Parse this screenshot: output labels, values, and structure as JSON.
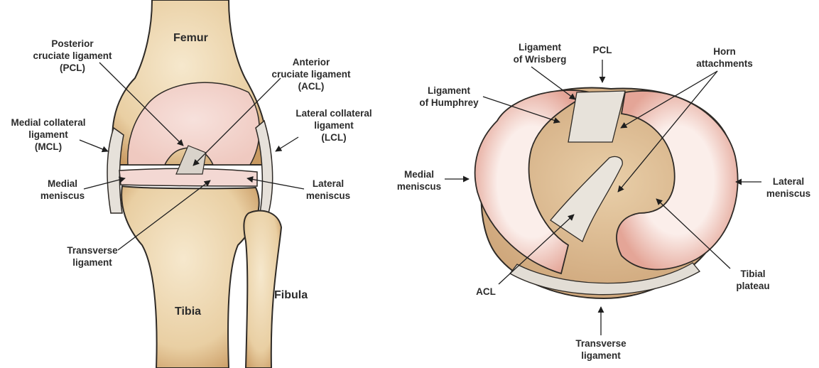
{
  "left_diagram": {
    "bones": {
      "femur": "Femur",
      "tibia": "Tibia",
      "fibula": "Fibula"
    },
    "labels": {
      "pcl": [
        "Posterior",
        "cruciate ligament",
        "(PCL)"
      ],
      "acl": [
        "Anterior",
        "cruciate ligament",
        "(ACL)"
      ],
      "mcl": [
        "Medial collateral",
        "ligament",
        "(MCL)"
      ],
      "lcl": [
        "Lateral collateral",
        "ligament",
        "(LCL)"
      ],
      "medial_meniscus": [
        "Medial",
        "meniscus"
      ],
      "lateral_meniscus": [
        "Lateral",
        "meniscus"
      ],
      "transverse": [
        "Transverse",
        "ligament"
      ]
    }
  },
  "right_diagram": {
    "labels": {
      "wrisberg": [
        "Ligament",
        "of Wrisberg"
      ],
      "pcl": [
        "PCL"
      ],
      "horn": [
        "Horn",
        "attachments"
      ],
      "humphrey": [
        "Ligament",
        "of Humphrey"
      ],
      "medial_meniscus": [
        "Medial",
        "meniscus"
      ],
      "lateral_meniscus": [
        "Lateral",
        "meniscus"
      ],
      "acl": [
        "ACL"
      ],
      "tibial_plateau": [
        "Tibial",
        "plateau"
      ],
      "transverse": [
        "Transverse",
        "ligament"
      ]
    }
  },
  "colors": {
    "bone": "#eed9b5",
    "bone_shade": "#c99a62",
    "cartilage": "#f2cfc8",
    "meniscus_rim": "#e8a99c",
    "ligament": "#e9e4dc",
    "plateau": "#ddbc93",
    "outline": "#2e2a26"
  }
}
